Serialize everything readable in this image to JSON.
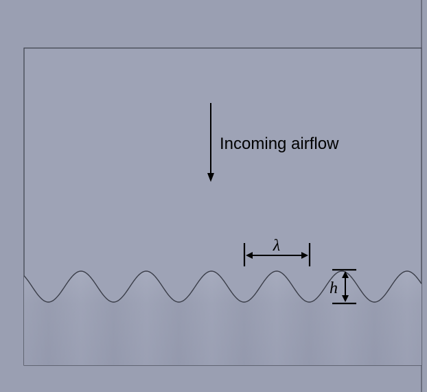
{
  "labels": {
    "airflow": "Incoming airflow",
    "wavelength": "λ",
    "height": "h"
  },
  "colors": {
    "background": "#9a9fb2",
    "panel": "#9ea3b6",
    "outline": "#3a3d48",
    "annotation": "#000000"
  }
}
